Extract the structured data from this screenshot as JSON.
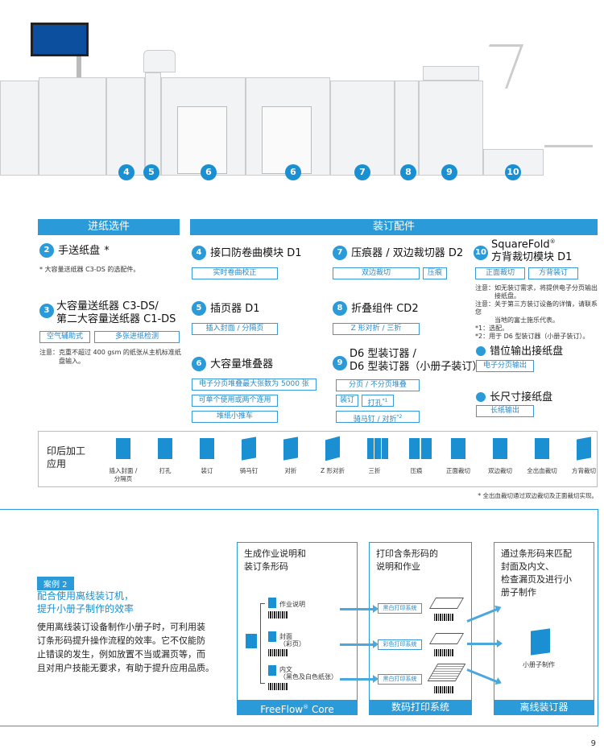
{
  "hero": {
    "callouts": [
      "4",
      "5",
      "6",
      "6",
      "7",
      "8",
      "9",
      "10"
    ]
  },
  "feed": {
    "header": "进纸选件",
    "item2": {
      "num": "2",
      "title": "手送纸盘",
      "mark": "*",
      "note": "* 大容量送纸器 C3-DS 的选配件。"
    },
    "item3": {
      "num": "3",
      "title1": "大容量送纸器 C3-DS/",
      "title2": "第二大容量送纸器 C1-DS",
      "tag1": "空气辅助式",
      "tag2": "多张进纸检测",
      "note1": "注意：克重不超过 400 gsm 的纸张从主机标准纸",
      "note2": "盘输入。"
    }
  },
  "bind": {
    "header": "装订配件",
    "item4": {
      "num": "4",
      "title": "接口防卷曲模块 D1",
      "tag": "实时卷曲校正"
    },
    "item5": {
      "num": "5",
      "title": "插页器 D1",
      "tag": "插入封面 / 分隔页"
    },
    "item6": {
      "num": "6",
      "title": "大容量堆叠器",
      "tag1": "电子分页堆叠最大张数为 5000 张",
      "tag2": "可单个使用或两个连用",
      "tag3": "堆纸小推车"
    },
    "item7": {
      "num": "7",
      "title": "压痕器 / 双边裁切器 D2",
      "tag1": "双边裁切",
      "tag2": "压痕"
    },
    "item8": {
      "num": "8",
      "title": "折叠组件 CD2",
      "tag": "Z 形对折 / 三折"
    },
    "item9": {
      "num": "9",
      "title1": "D6 型装订器 /",
      "title2": "D6 型装订器（小册子装订）",
      "tag1": "分页 / 不分页堆叠",
      "tag2": "装订",
      "tag3": "打孔",
      "tag3sup": "*1",
      "tag4": "骑马钉 / 对折",
      "tag4sup": "*2"
    },
    "item10": {
      "num": "10",
      "brand": "SquareFold",
      "reg": "®",
      "title": "方背裁切模块 D1",
      "tag1": "正面裁切",
      "tag2": "方背装订",
      "note1": "注意：如无装订需求，将提供电子分页输出",
      "note1b": "接纸盘。",
      "note2": "注意：关于第三方装订设备的详情，请联系您",
      "note2b": "当地的富士施乐代表。",
      "note3": "*1：选配。",
      "note4": "*2：用于 D6 型装订器（小册子装订）。"
    },
    "offset": {
      "title": "错位输出接纸盘",
      "tag": "电子分页输出"
    },
    "long": {
      "title": "长尺寸接纸盘",
      "tag": "长纸输出"
    }
  },
  "finishing": {
    "title1": "印后加工",
    "title2": "应用",
    "labels": [
      "插入封面 /\n分隔页",
      "打孔",
      "装订",
      "骑马钉",
      "对折",
      "Z 形对折",
      "三折",
      "压痕",
      "正面裁切",
      "双边裁切",
      "全出血裁切",
      "方背裁切"
    ],
    "footnote": "* 全出血裁切通过双边裁切及正面裁切实现。"
  },
  "case": {
    "label": "案例 2",
    "title1": "配合使用离线装订机，",
    "title2": "提升小册子制作的效率",
    "body": [
      "使用离线装订设备制作小册子时，可利用装",
      "订条形码提升操作流程的效率。它不仅能防",
      "止错误的发生，例如放置不当或漏页等，而",
      "且对用户技能无要求，有助于提升应用品质。"
    ],
    "p1": {
      "title1": "生成作业说明和",
      "title2": "装订条形码",
      "doc1": "作业说明",
      "doc2a": "封面",
      "doc2b": "（彩页）",
      "doc3a": "内文",
      "doc3b": "（黑色及白色纸张）",
      "bar": "FreeFlow",
      "reg": "®",
      "bar2": " Core"
    },
    "p2": {
      "title1": "打印含条形码的",
      "title2": "说明和作业",
      "s1": "黑白打印系统",
      "s2": "彩色打印系统",
      "s3": "黑白打印系统",
      "bar": "数码打印系统"
    },
    "p3": {
      "title1": "通过条形码来匹配",
      "title2": "封面及内文、",
      "title3": "检查漏页及进行小",
      "title4": "册子制作",
      "doc": "小册子制作",
      "bar": "离线装订器"
    }
  },
  "page": "9"
}
